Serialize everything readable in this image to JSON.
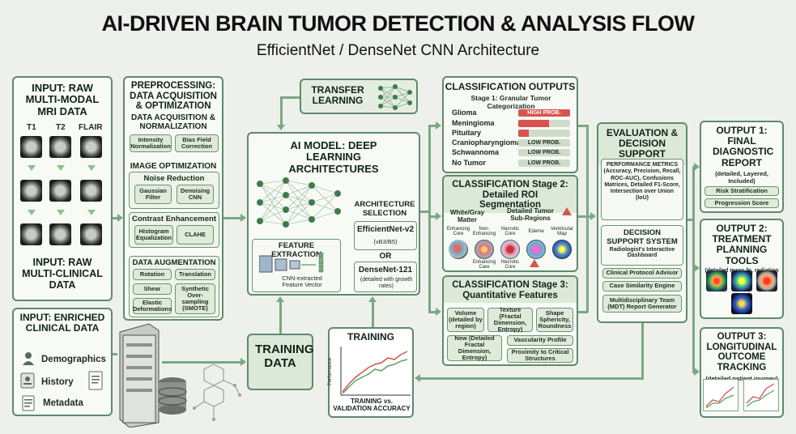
{
  "title": "AI-DRIVEN BRAIN TUMOR DETECTION & ANALYSIS FLOW",
  "subtitle": "EfficientNet / DenseNet CNN Architecture",
  "input_mri": {
    "header": "INPUT: RAW MULTI-MODAL MRI DATA",
    "cols": [
      "T1",
      "T2",
      "FLAIR"
    ],
    "footer": "INPUT: RAW MULTI-CLINICAL DATA"
  },
  "input_clinical": {
    "header": "INPUT: ENRICHED CLINICAL DATA",
    "items": [
      "Demographics",
      "History",
      "Metadata"
    ]
  },
  "preprocessing": {
    "header": "PREPROCESSING: DATA ACQUISITION & OPTIMIZATION",
    "sec1": "DATA ACQUISITION & NORMALIZATION",
    "sec1_chips": [
      "Intensity Normalization",
      "Bias Field Correction"
    ],
    "sec2": "IMAGE OPTIMIZATION",
    "noise": "Noise Reduction",
    "noise_chips": [
      "Gaussian Filter",
      "Denoising CNN"
    ],
    "contrast": "Contrast Enhancement",
    "contrast_chips": [
      "Histogram Equalization",
      "CLAHE"
    ],
    "aug": "DATA AUGMENTATION",
    "aug_chips": [
      "Rotation",
      "Translation",
      "Shear",
      "Synthetic Over-sampling (SMOTE)",
      "Elastic Deformations"
    ]
  },
  "transfer": {
    "label": "TRANSFER LEARNING"
  },
  "ai_model": {
    "header": "AI MODEL: DEEP LEARNING ARCHITECTURES",
    "feature": "FEATURE EXTRACTION",
    "feature_vec": "CNN-extracted Feature Vector",
    "arch_sel": "ARCHITECTURE SELECTION",
    "eff": "EfficientNet-v2",
    "eff_sub": "(vB3/B5)",
    "or": "OR",
    "dense": "DenseNet-121",
    "dense_sub": "(detailed with growth rates)"
  },
  "training_data": "TRAINING DATA",
  "training_chart": {
    "title": "TRAINING",
    "ylabel": "Performance",
    "caption": "TRAINING vs. VALIDATION ACCURACY"
  },
  "class_outputs": {
    "header": "CLASSIFICATION OUTPUTS",
    "stage": "Stage 1: Granular Tumor Categorization",
    "rows": [
      {
        "name": "Glioma",
        "prob": "HIGH PROB.",
        "level": 1.0
      },
      {
        "name": "Meningioma",
        "prob": "",
        "level": 0.6
      },
      {
        "name": "Pituitary",
        "prob": "",
        "level": 0.2
      },
      {
        "name": "Craniopharyngioma",
        "prob": "LOW PROB.",
        "level": 0
      },
      {
        "name": "Schwannoma",
        "prob": "LOW PROB.",
        "level": 0
      },
      {
        "name": "No Tumor",
        "prob": "LOW PROB.",
        "level": 0
      }
    ],
    "high_color": "#d9534f"
  },
  "stage2": {
    "header": "CLASSIFICATION Stage 2: Detailed ROI Segmentation",
    "wg": "White/Gray Matter",
    "detailed": "Detailed Tumor Sub-Regions",
    "thumbs": [
      "Enhancing Core",
      "Non-Enhancing",
      "Necrotic Core",
      "Edema",
      "Ventricular Map"
    ],
    "thumbs2": [
      "Enhancing Care",
      "Necrotic Core"
    ]
  },
  "stage3": {
    "header": "CLASSIFICATION Stage 3: Quantitative Features",
    "chips": [
      "Volume (detailed by region)",
      "Texture (Fractal Dimension, Entropy)",
      "Shape Sphericity, Roundness",
      "New (Detailed Fractal Dimension, Entropy)",
      "Vascularity Profile",
      "Proximity to Critical Structures"
    ]
  },
  "evaluation": {
    "header": "EVALUATION & DECISION SUPPORT",
    "metrics": "PERFORMANCE METRICS (Accuracy, Precision, Recall, ROC-AUC), Confusions Matrices, Detailed F1-Score, Intersection over Union (IoU)",
    "dss": "DECISION SUPPORT SYSTEM",
    "dss_sub": "Radiologist's Interactive Dashboard",
    "items": [
      "Clinical Protocol Advisor",
      "Case Similarity Engine",
      "Multidisciplinary Team (MDT) Report Generator"
    ]
  },
  "out1": {
    "header": "OUTPUT 1: FINAL DIAGNOSTIC REPORT",
    "sub": "(detailed, Layered, Included)",
    "chips": [
      "Risk Stratification",
      "Progression Score"
    ]
  },
  "out2": {
    "header": "OUTPUT 2: TREATMENT PLANNING TOOLS",
    "sub": "(detailed maps fo, radiation"
  },
  "out3": {
    "header": "OUTPUT 3: LONGITUDINAL OUTCOME TRACKING",
    "sub": "(detailed patient journey)"
  },
  "colors": {
    "accent": "#5f8a6b",
    "panel": "#f8faf6",
    "chip": "#dfead9",
    "alert": "#d9534f",
    "train": "#d9534f",
    "valid": "#5aa564"
  }
}
